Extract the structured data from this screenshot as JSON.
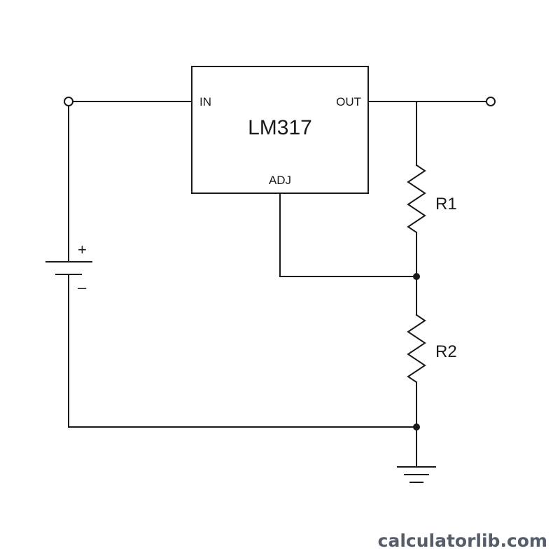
{
  "regulator": {
    "name": "LM317",
    "pins": {
      "in": "IN",
      "out": "OUT",
      "adj": "ADJ"
    }
  },
  "resistors": {
    "r1": "R1",
    "r2": "R2"
  },
  "source": {
    "plus": "+",
    "minus": "–"
  },
  "watermark": "calculatorlib.com",
  "colors": {
    "line": "#1a1a1a",
    "watermark": "#555d68"
  }
}
